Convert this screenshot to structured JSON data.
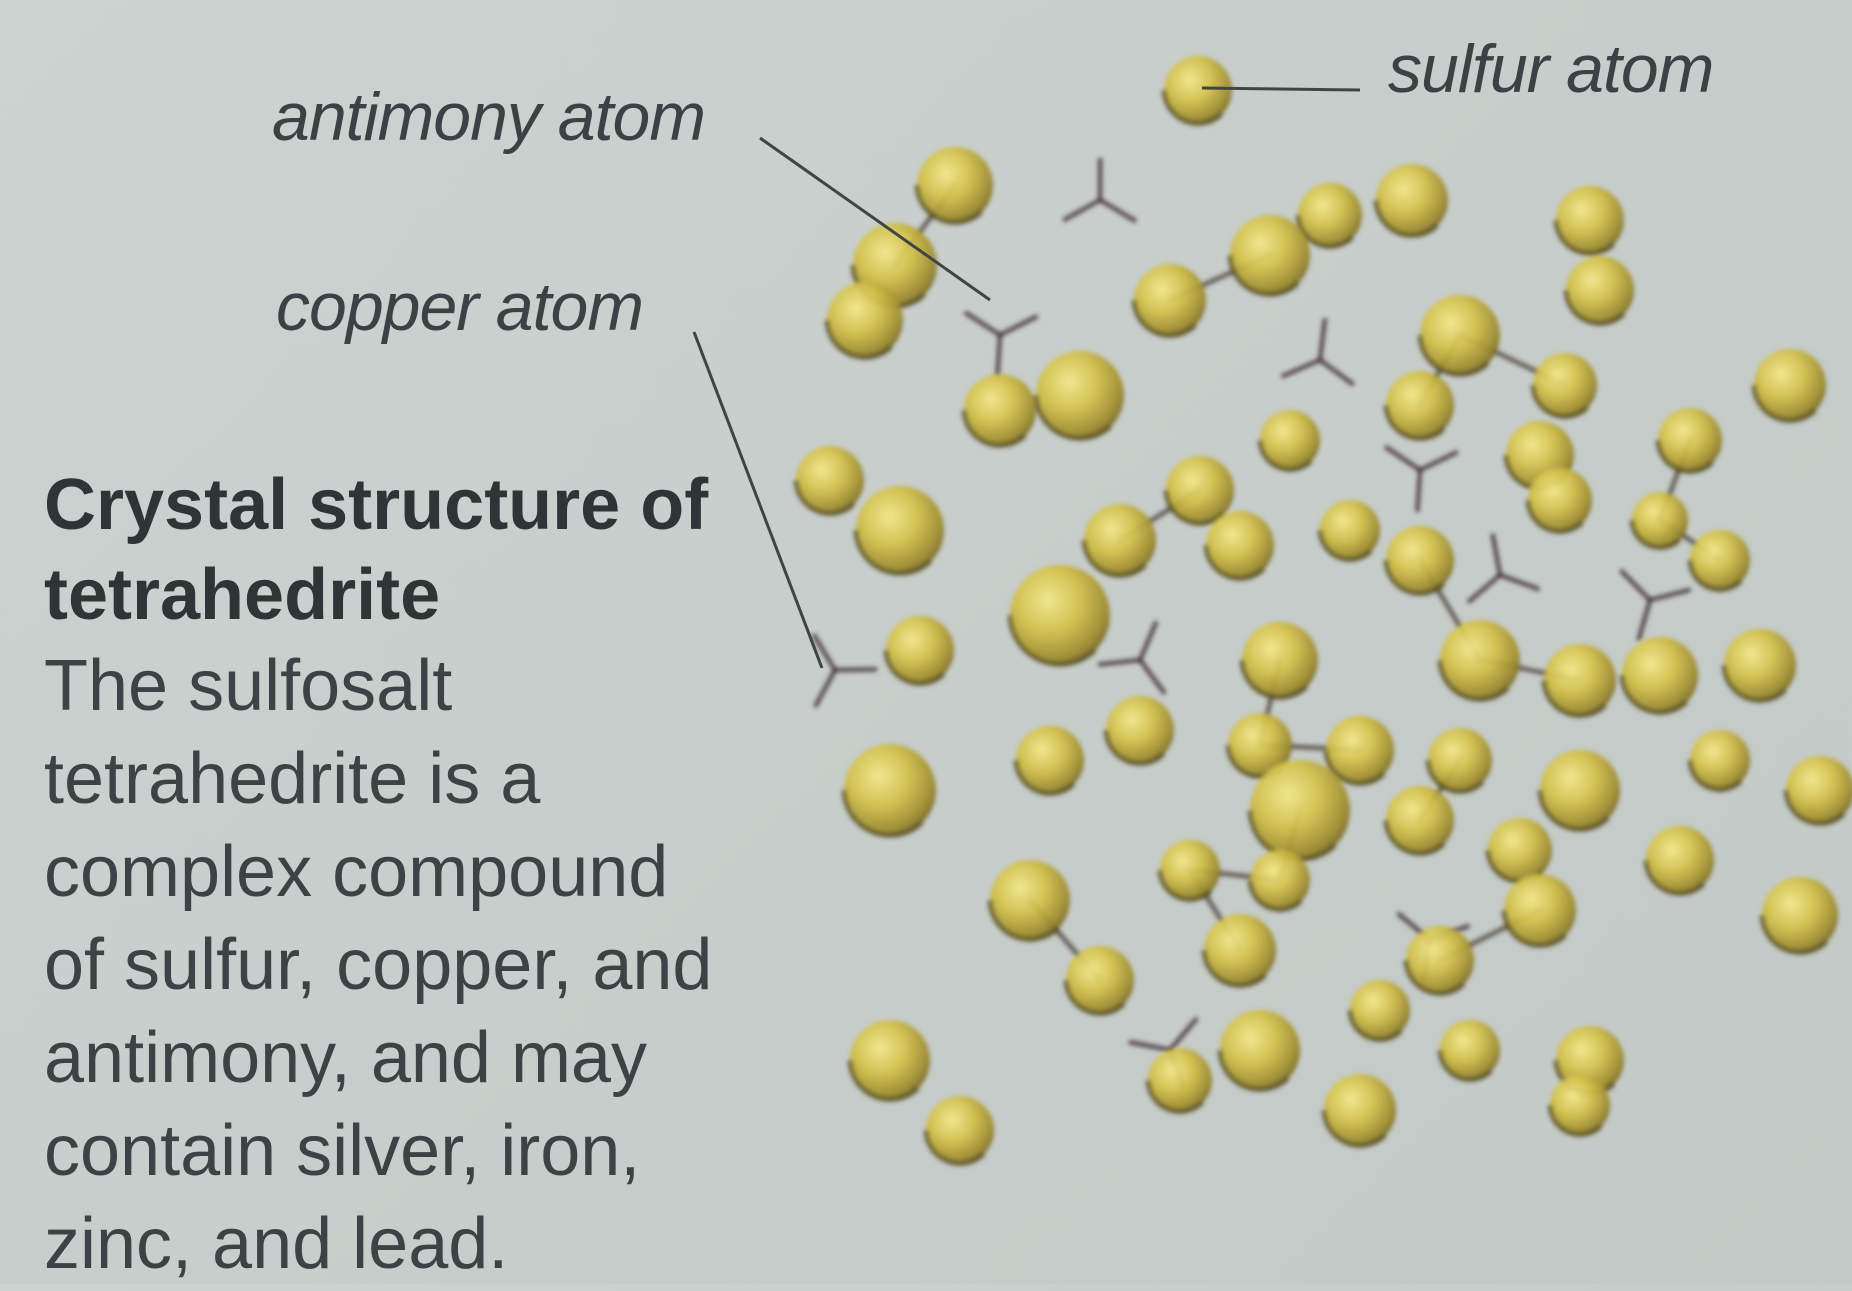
{
  "labels": {
    "antimony": "antimony atom",
    "copper": "copper atom",
    "sulfur": "sulfur atom"
  },
  "caption": {
    "title": "Crystal structure of tetrahedrite",
    "body": "The sulfosalt tetrahedrite is a complex compound of sulfur, copper, and antimony, and may contain silver, iron, zinc, and lead."
  },
  "colors": {
    "background": "#c8cecb",
    "sulfur_atom": "#c9b43a",
    "bond": "#4a3f3a",
    "text": "#3b4144"
  }
}
